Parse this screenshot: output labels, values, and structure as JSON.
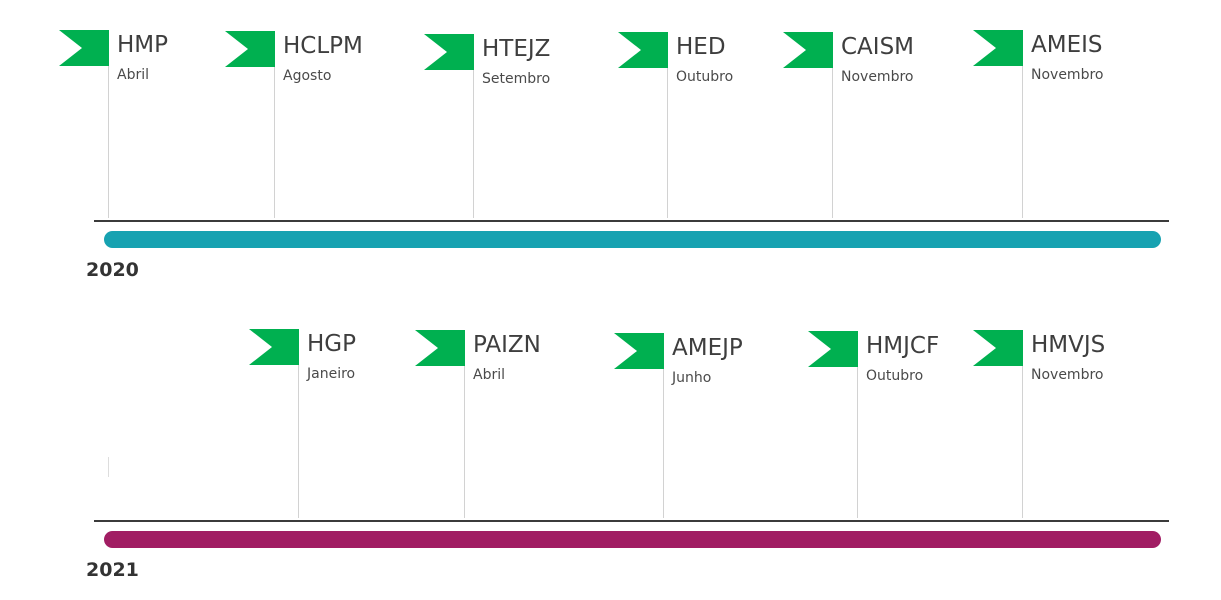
{
  "colors": {
    "flag": "#00b050",
    "year_2020": "#17a2b1",
    "year_2021": "#a11d63",
    "baseline": "#3b3b3b",
    "pole": "#d2d2d2"
  },
  "timelines": [
    {
      "year": "2020",
      "bar_color": "#17a2b1",
      "events": [
        {
          "code": "HMP",
          "month": "Abril"
        },
        {
          "code": "HCLPM",
          "month": "Agosto"
        },
        {
          "code": "HTEJZ",
          "month": "Setembro"
        },
        {
          "code": "HED",
          "month": "Outubro"
        },
        {
          "code": "CAISM",
          "month": "Novembro"
        },
        {
          "code": "AMEIS",
          "month": "Novembro"
        }
      ]
    },
    {
      "year": "2021",
      "bar_color": "#a11d63",
      "events": [
        {
          "code": "HGP",
          "month": "Janeiro"
        },
        {
          "code": "PAIZN",
          "month": "Abril"
        },
        {
          "code": "AMEJP",
          "month": "Junho"
        },
        {
          "code": "HMJCF",
          "month": "Outubro"
        },
        {
          "code": "HMVJS",
          "month": "Novembro"
        }
      ]
    }
  ]
}
